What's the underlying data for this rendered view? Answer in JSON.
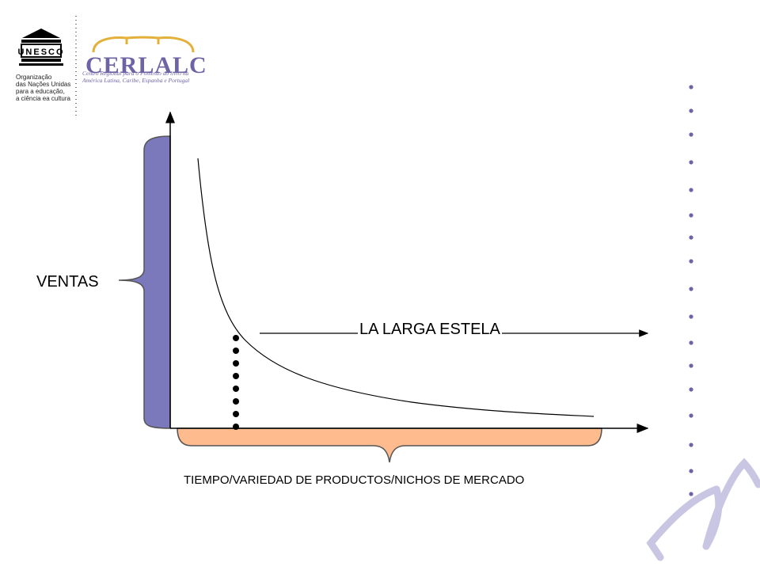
{
  "logos": {
    "unesco_seal_text": "UNESCO",
    "unesco_caption": [
      "Organização",
      "das Nações Unidas",
      "para a educação,",
      "a ciência ea cultura"
    ],
    "cerlalc_name": "CERLALC",
    "cerlalc_caption": "Centro Regional para o Fomento do livro na América Latina, Caribe, Espanha e Portugal"
  },
  "diagram": {
    "y_label": "VENTAS",
    "arrow_label": "LA LARGA ESTELA",
    "x_label": "TIEMPO/VARIEDAD DE PRODUCTOS/NICHOS DE MERCADO"
  },
  "colors": {
    "head_bracket": "#7b78bc",
    "tail_bracket": "#fdbb8e",
    "accent": "#6d64a6"
  }
}
